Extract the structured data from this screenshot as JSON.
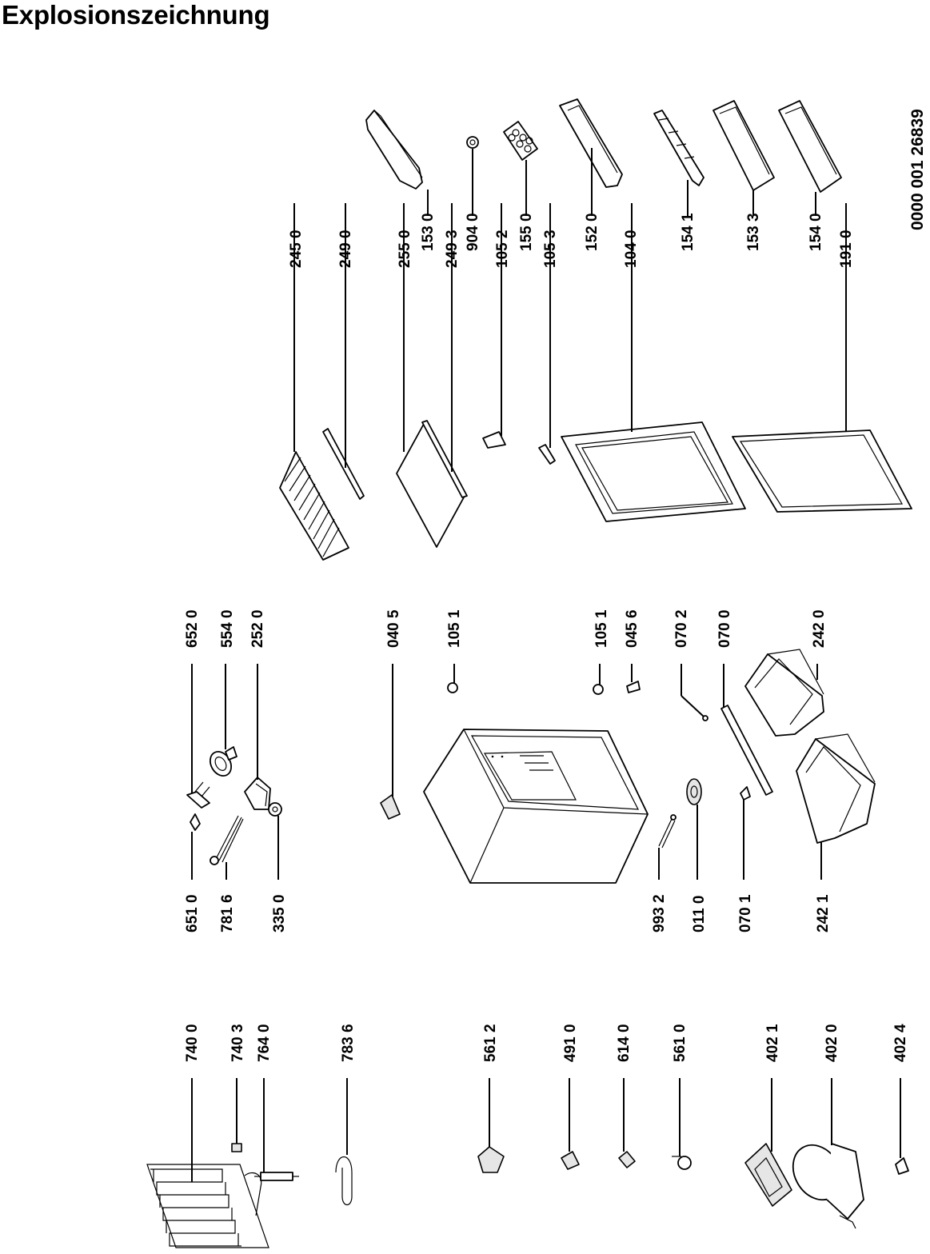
{
  "title": "Explosionszeichnung",
  "document_number": "0000 001 26839",
  "parts": {
    "p7400": "740 0",
    "p7403": "740 3",
    "p7640": "764 0",
    "p7836": "783 6",
    "p5612": "561 2",
    "p4910": "491 0",
    "p6140": "614 0",
    "p5610": "561 0",
    "p4021": "402 1",
    "p4020": "402 0",
    "p4024": "402 4",
    "p6510": "651 0",
    "p7816": "781 6",
    "p3350": "335 0",
    "p6520": "652 0",
    "p5540": "554 0",
    "p2520": "252 0",
    "p0405": "040 5",
    "p1051a": "105 1",
    "p1051b": "105 1",
    "p0456": "045 6",
    "p0702": "070 2",
    "p0700": "070 0",
    "p2420": "242 0",
    "p9932": "993 2",
    "p0110": "011 0",
    "p0701": "070 1",
    "p2421": "242 1",
    "p2450": "245 0",
    "p2490": "249 0",
    "p2550": "255 0",
    "p2493": "249 3",
    "p1052": "105 2",
    "p1053": "105 3",
    "p1040": "104 0",
    "p1910": "191 0",
    "p1530": "153 0",
    "p9040": "904 0",
    "p1550": "155 0",
    "p1520": "152 0",
    "p1541": "154 1",
    "p1533": "153 3",
    "p1540": "154 0"
  }
}
